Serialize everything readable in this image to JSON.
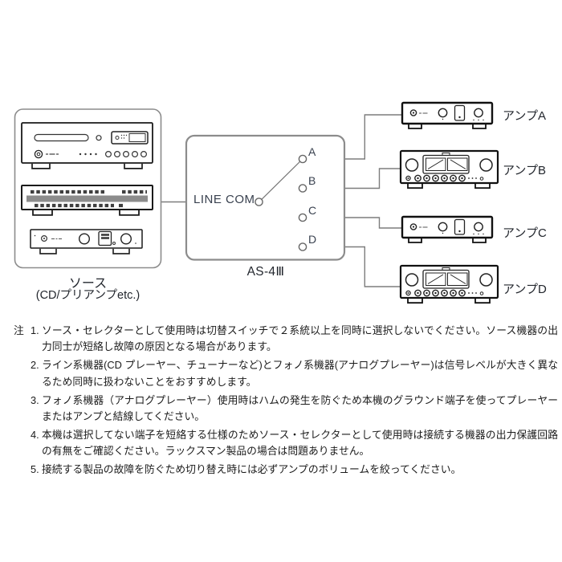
{
  "diagram": {
    "source_unit": {
      "caption_line1": "ソース",
      "caption_line2": "(CD/プリアンプetc.)",
      "devices": [
        "cd-player",
        "tuner",
        "preamp"
      ]
    },
    "selector_unit": {
      "model_label": "AS-4Ⅲ",
      "common_terminal_label": "LINE COM",
      "terminals": [
        {
          "label": "A"
        },
        {
          "label": "B"
        },
        {
          "label": "C"
        },
        {
          "label": "D"
        }
      ],
      "selected_terminal": "A"
    },
    "amplifiers": [
      {
        "label": "アンプA",
        "style": "basic"
      },
      {
        "label": "アンプB",
        "style": "vu-meter"
      },
      {
        "label": "アンプC",
        "style": "basic"
      },
      {
        "label": "アンプD",
        "style": "vu-meter"
      }
    ]
  },
  "notes": {
    "heading_prefix": "注",
    "items": [
      {
        "num": "1.",
        "text": "ソース・セレクターとして使用時は切替スイッチで２系統以上を同時に選択しないでください。ソース機器の出力同士が短絡し故障の原因となる場合があります。"
      },
      {
        "num": "2.",
        "text": "ライン系機器(CD プレーヤー、チューナーなど)とフォノ系機器(アナログプレーヤー)は信号レベルが大きく異なるため同時に扱わないことをおすすめします。"
      },
      {
        "num": "3.",
        "text": "フォノ系機器（アナログプレーヤー）使用時はハムの発生を防ぐため本機のグラウンド端子を使ってプレーヤーまたはアンプと結線してください。"
      },
      {
        "num": "4.",
        "text": "本機は選択してない端子を短絡する仕様のためソース・セレクターとして使用時は接続する機器の出力保護回路の有無をご確認ください。ラックスマン製品の場合は問題ありません。"
      },
      {
        "num": "5.",
        "text": "接続する製品の故障を防ぐため切り替え時には必ずアンプのボリュームを絞ってください。"
      }
    ]
  },
  "colors": {
    "background": "#ffffff",
    "connection_line": "#7d7d7d",
    "box_border": "#8c8c8c",
    "device_stroke": "#1a1a1a",
    "label_text": "#23272e",
    "switch_text": "#39414f",
    "note_text": "#1b1b1b",
    "display_band": "#8c8c8c"
  }
}
